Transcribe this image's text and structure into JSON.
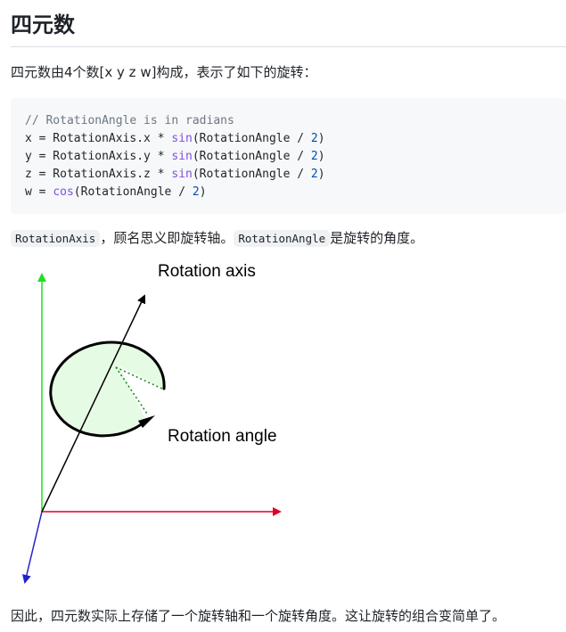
{
  "heading": "四元数",
  "intro": "四元数由4个数[x y z w]构成，表示了如下的旋转：",
  "code": {
    "comment": "// RotationAngle is in radians",
    "lines": [
      {
        "prefix": "x = RotationAxis.x * ",
        "fn": "sin",
        "mid": "(RotationAngle / ",
        "num": "2",
        "suffix": ")"
      },
      {
        "prefix": "y = RotationAxis.y * ",
        "fn": "sin",
        "mid": "(RotationAngle / ",
        "num": "2",
        "suffix": ")"
      },
      {
        "prefix": "z = RotationAxis.z * ",
        "fn": "sin",
        "mid": "(RotationAngle / ",
        "num": "2",
        "suffix": ")"
      },
      {
        "prefix": "w = ",
        "fn": "cos",
        "mid": "(RotationAngle / ",
        "num": "2",
        "suffix": ")"
      }
    ]
  },
  "explain": {
    "code1": "RotationAxis",
    "text1": "，顾名思义即旋转轴。",
    "code2": "RotationAngle",
    "text2": "是旋转的角度。"
  },
  "figure": {
    "axis_label": "Rotation axis",
    "angle_label": "Rotation angle",
    "colors": {
      "y_axis": "#22dd22",
      "x_axis": "#e00022",
      "z_axis": "#2222cc",
      "disc_fill": "#e6fbe3",
      "dotted": "#1a8a2a"
    }
  },
  "closing": "因此，四元数实际上存储了一个旋转轴和一个旋转角度。这让旋转的组合变简单了。"
}
